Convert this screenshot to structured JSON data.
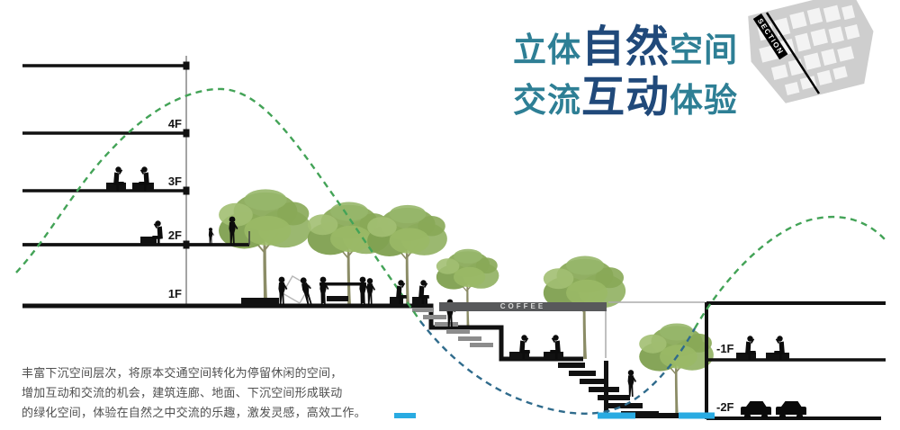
{
  "title": {
    "line1": {
      "pre": "立体",
      "em": "自然",
      "post": "空间"
    },
    "line2": {
      "pre": "交流",
      "em": "互动",
      "post": "体验"
    }
  },
  "site_map": {
    "label": "SECTION"
  },
  "floor_labels": {
    "f4": "4F",
    "f3": "3F",
    "f2": "2F",
    "f1": "1F",
    "b1": "-1F",
    "b2": "-2F"
  },
  "signs": {
    "coffee": "COFFEE"
  },
  "description": {
    "line1": "丰富下沉空间层次，将原本交通空间转化为停留休闲的空间，",
    "line2": "增加互动和交流的机会，建筑连廊、地面、下沉空间形成联动",
    "line3": "的绿化空间，体验在自然之中交流的乐趣，激发灵感，高效工作。"
  },
  "colors": {
    "title_teal": "#2E7F95",
    "title_navy": "#20497A",
    "curve_green": "#43A357",
    "curve_teal": "#2F6B8C",
    "water_blue": "#29ABE2",
    "tree_green": "#8FB05E",
    "coffee_bar_gray": "#58595B",
    "structure_black": "#111111",
    "reference_gray": "#9A9A9A",
    "body_text_gray": "#4F4F4F",
    "map_gray": "#C9C9C9"
  }
}
